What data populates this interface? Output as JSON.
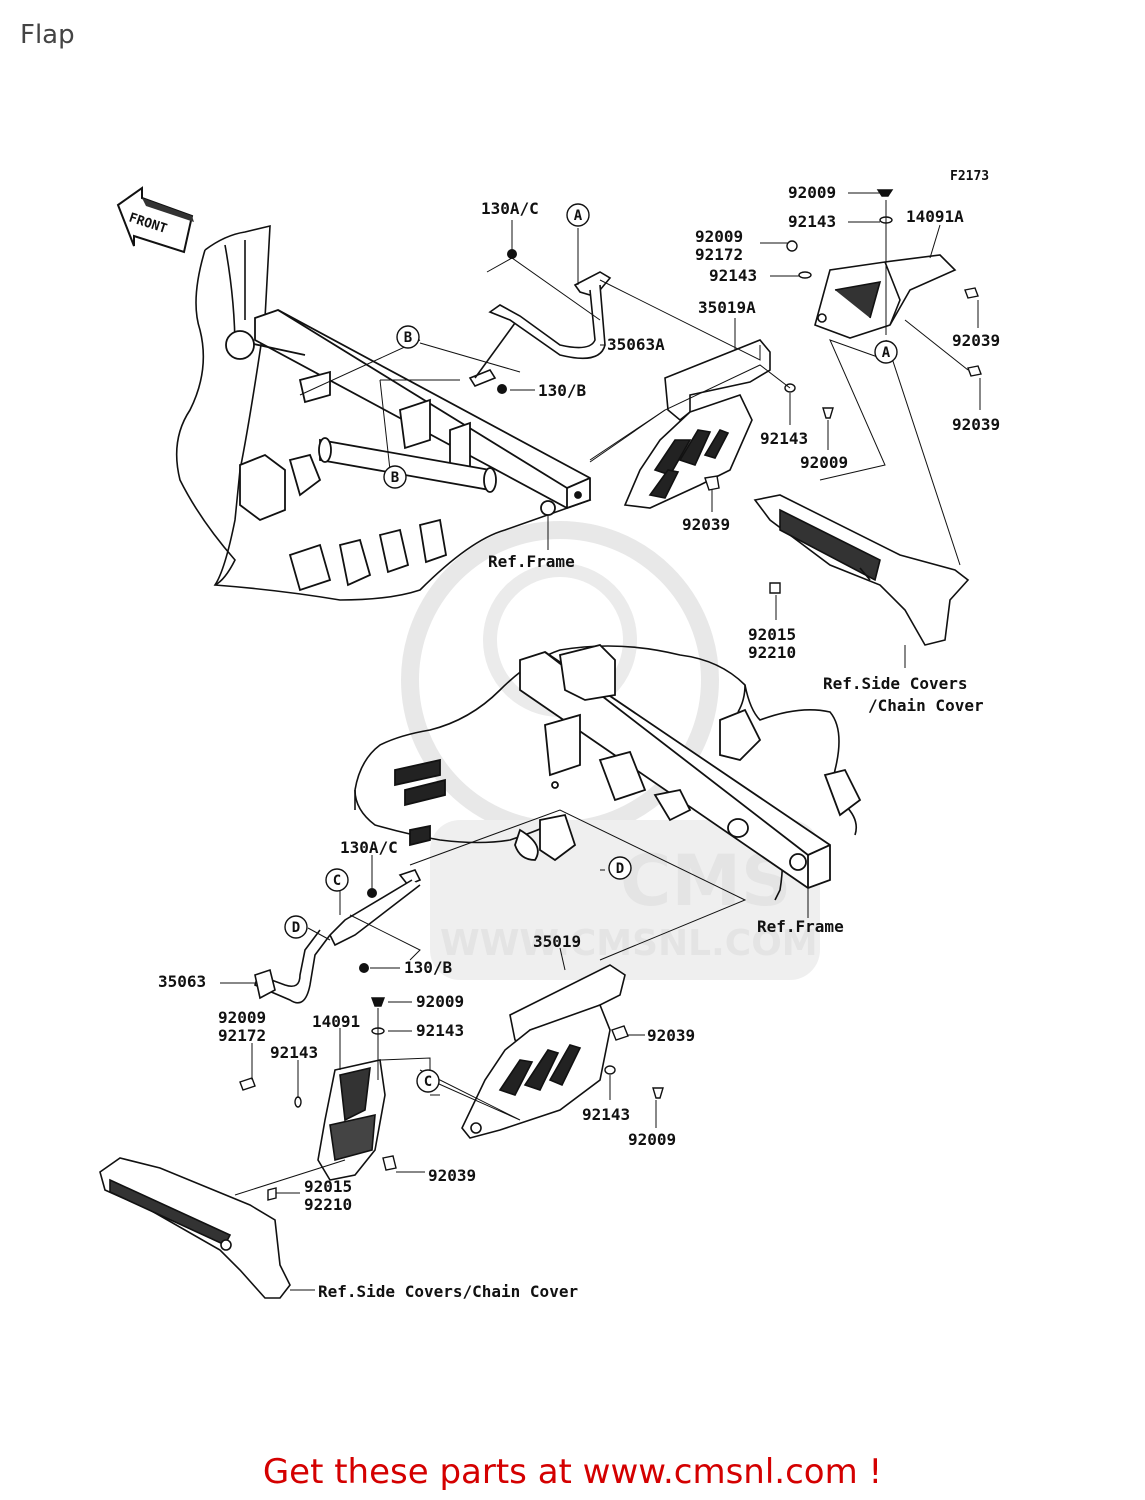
{
  "page": {
    "title": "Flap"
  },
  "figure": {
    "code": "F2173",
    "front_label": "FRONT"
  },
  "watermark": {
    "brand": "CMS",
    "url": "WWW.CMSNL.COM"
  },
  "callouts_top": {
    "p130ac": "130A/C",
    "p130b": "130/B",
    "p35063a": "35063A",
    "p35019a": "35019A",
    "p14091a": "14091A",
    "p92009_a": "92009",
    "p92143_a": "92143",
    "p92009_b": "92009",
    "p92172_b": "92172",
    "p92143_b": "92143",
    "p92039_a": "92039",
    "p92039_b": "92039",
    "p92143_c": "92143",
    "p92009_c": "92009",
    "p92039_c": "92039",
    "p92015": "92015",
    "p92210": "92210",
    "ref_frame": "Ref.Frame",
    "ref_side_1": "Ref.Side Covers",
    "ref_side_2": "/Chain Cover"
  },
  "callouts_bottom": {
    "p130ac": "130A/C",
    "p130b": "130/B",
    "p35019": "35019",
    "p35063": "35063",
    "p92009_a": "92009",
    "p92143_a": "92143",
    "p14091": "14091",
    "p92009_b": "92009",
    "p92172_b": "92172",
    "p92143_b": "92143",
    "p92039_a": "92039",
    "p92143_c": "92143",
    "p92009_c": "92009",
    "p92039_b": "92039",
    "p92015": "92015",
    "p92210": "92210",
    "ref_frame": "Ref.Frame",
    "ref_side": "Ref.Side Covers/Chain Cover"
  },
  "markers": {
    "a": "A",
    "b": "B",
    "c": "C",
    "d": "D"
  },
  "footer": {
    "text": "Get these parts at www.cmsnl.com !"
  }
}
